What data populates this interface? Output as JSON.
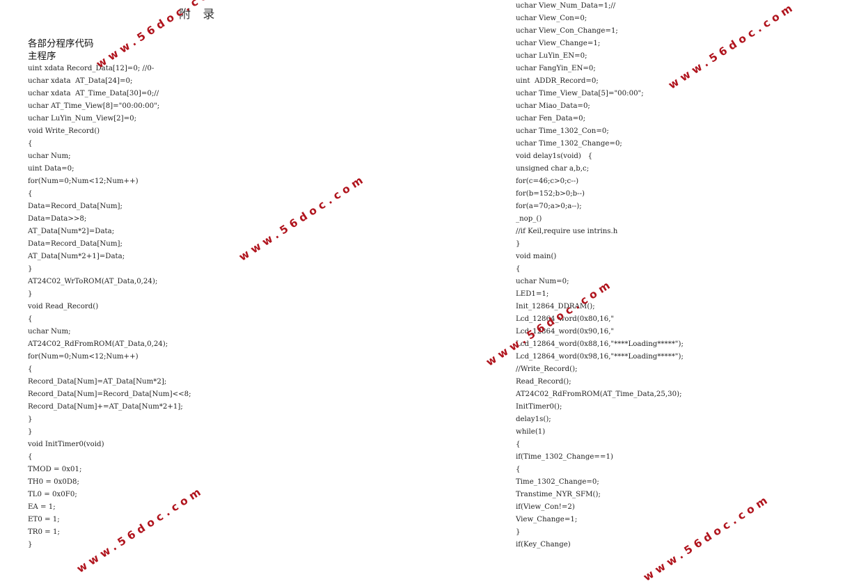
{
  "page_title": "附  录",
  "left": {
    "section_heading": "各部分程序代码",
    "sub_heading": "主程序",
    "lines": [
      "uint xdata Record_Data[12]=0; //0-",
      "uchar xdata  AT_Data[24]=0;",
      "uchar xdata  AT_Time_Data[30]=0;//",
      "uchar AT_Time_View[8]=\"00:00:00\";",
      "uchar LuYin_Num_View[2]=0;",
      "void Write_Record()",
      "{",
      "uchar Num;",
      "uint Data=0;",
      "for(Num=0;Num<12;Num++)",
      "{",
      "Data=Record_Data[Num];",
      "Data=Data>>8;",
      "AT_Data[Num*2]=Data;",
      "Data=Record_Data[Num];",
      "AT_Data[Num*2+1]=Data;",
      "}",
      "AT24C02_WrToROM(AT_Data,0,24);",
      "}",
      "void Read_Record()",
      "{",
      "uchar Num;",
      "AT24C02_RdFromROM(AT_Data,0,24);",
      "for(Num=0;Num<12;Num++)",
      "{",
      "Record_Data[Num]=AT_Data[Num*2];",
      "Record_Data[Num]=Record_Data[Num]<<8;",
      "Record_Data[Num]+=AT_Data[Num*2+1];",
      "}",
      "}",
      "void InitTimer0(void)",
      "{",
      "TMOD = 0x01;",
      "TH0 = 0x0D8;",
      "TL0 = 0x0F0;",
      "EA = 1;",
      "ET0 = 1;",
      "TR0 = 1;",
      "}"
    ]
  },
  "right": {
    "lines": [
      "uchar View_Num_Data=1;//",
      "uchar View_Con=0;",
      "uchar View_Con_Change=1;",
      "uchar View_Change=1;",
      "uchar LuYin_EN=0;",
      "uchar FangYin_EN=0;",
      "uint  ADDR_Record=0;",
      "uchar Time_View_Data[5]=\"00:00\";",
      "uchar Miao_Data=0;",
      "uchar Fen_Data=0;",
      "uchar Time_1302_Con=0;",
      "uchar Time_1302_Change=0;",
      "void delay1s(void)   {",
      "unsigned char a,b,c;",
      "for(c=46;c>0;c--)",
      "for(b=152;b>0;b--)",
      "for(a=70;a>0;a--);",
      "_nop_()",
      "//if Keil,require use intrins.h",
      "}",
      "void main()",
      "{",
      "uchar Num=0;",
      "LED1=1;",
      "Init_12864_DDRAM();",
      "Lcd_12864_word(0x80,16,\"",
      "Lcd_12864_word(0x90,16,\"",
      "Lcd_12864_word(0x88,16,\"****Loading*****\");",
      "Lcd_12864_word(0x98,16,\"****Loading*****\");",
      "//Write_Record();",
      "Read_Record();",
      "AT24C02_RdFromROM(AT_Time_Data,25,30);",
      "InitTimer0();",
      "delay1s();",
      "while(1)",
      "{",
      "if(Time_1302_Change==1)",
      "{",
      "Time_1302_Change=0;",
      "Transtime_NYR_SFM();",
      "if(View_Con!=2)",
      "View_Change=1;",
      "}",
      "if(Key_Change)"
    ]
  },
  "watermark_text": "www.56doc.com",
  "watermark_color": "#b0141d"
}
